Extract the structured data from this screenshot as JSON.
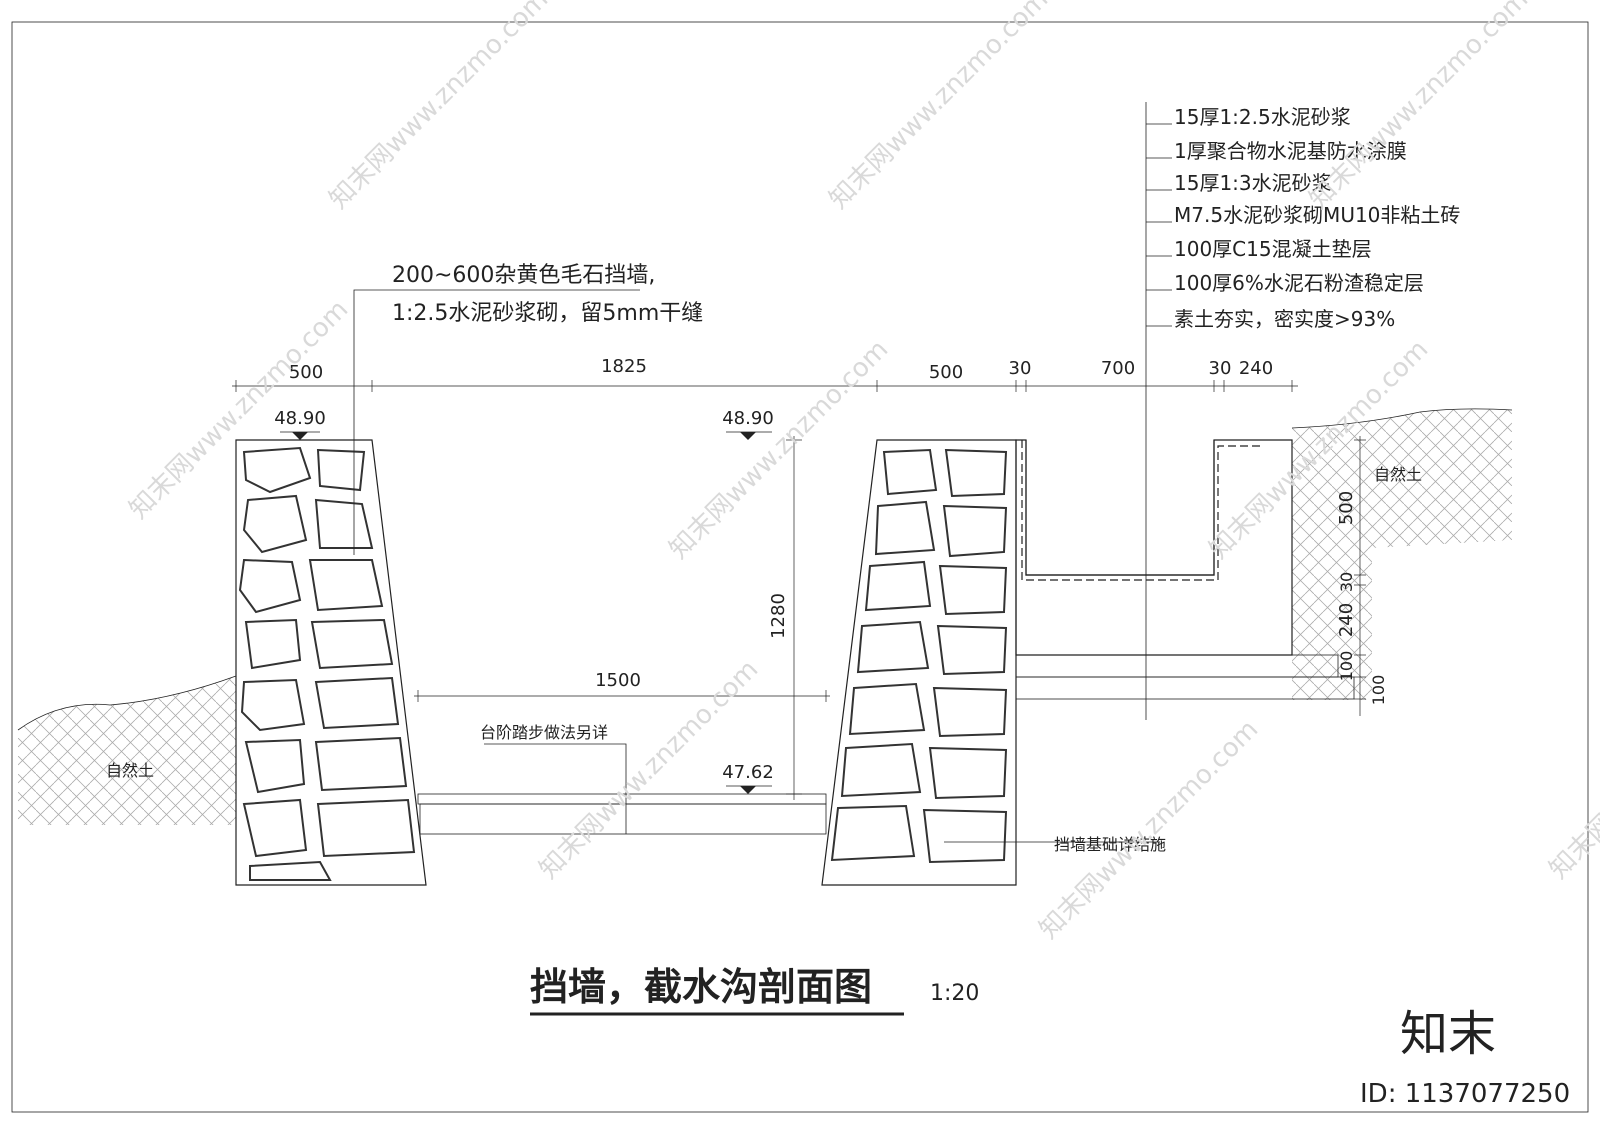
{
  "title": "挡墙，截水沟剖面图",
  "scale": "1:20",
  "watermark": {
    "logo": "知末",
    "id": "ID: 1137077250",
    "repeat": "知末网www.znzmo.com"
  },
  "annotations": {
    "stone_wall_line1": "200~600杂黄色毛石挡墙,",
    "stone_wall_line2": "1:2.5水泥砂浆砌，留5mm干缝",
    "steps_note": "台阶踏步做法另详",
    "foundation_note": "挡墙基础详结施",
    "natural_soil_left": "自然土",
    "natural_soil_right": "自然土"
  },
  "layers": [
    "15厚1:2.5水泥砂浆",
    "1厚聚合物水泥基防水涂膜",
    "15厚1:3水泥砂浆",
    "M7.5水泥砂浆砌MU10非粘土砖",
    "100厚C15混凝土垫层",
    "100厚6%水泥石粉渣稳定层",
    "素土夯实，密实度>93%"
  ],
  "elevations": {
    "left_wall_top": "48.90",
    "top_level": "48.90",
    "bottom": "47.62"
  },
  "dimensions": {
    "top": [
      "500",
      "1825",
      "500",
      "30",
      "700",
      "30",
      "240"
    ],
    "height": "1280",
    "bottom_width": "1500",
    "right": [
      "500",
      "30",
      "240",
      "100",
      "100"
    ]
  },
  "colors": {
    "line": "#222222",
    "hatch": "#888888",
    "watermark": "#d9d9d9"
  }
}
